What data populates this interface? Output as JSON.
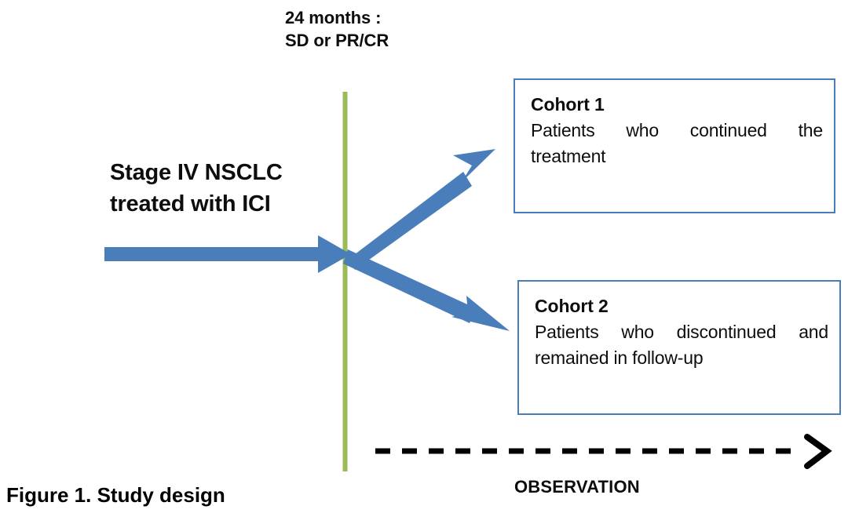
{
  "figure": {
    "caption": "Figure 1. Study design",
    "background_color": "#ffffff"
  },
  "timepoint": {
    "line1": "24 months :",
    "line2": "SD or PR/CR",
    "divider_color": "#9bbb59"
  },
  "population": {
    "line1": "Stage IV NSCLC",
    "line2": "treated with ICI"
  },
  "arrows": {
    "color": "#4a7ebb",
    "entry_label": "entry-arrow",
    "branch_up_label": "branch-arrow-cohort-1",
    "branch_down_label": "branch-arrow-cohort-2",
    "observation_arrow_color": "#000000"
  },
  "cohorts": [
    {
      "title": "Cohort 1",
      "description": "Patients who continued the treatment",
      "border_color": "#4a7ebb"
    },
    {
      "title": "Cohort 2",
      "description": "Patients who discontinued and remained in follow-up",
      "border_color": "#4a7ebb"
    }
  ],
  "observation": {
    "label": "OBSERVATION"
  }
}
